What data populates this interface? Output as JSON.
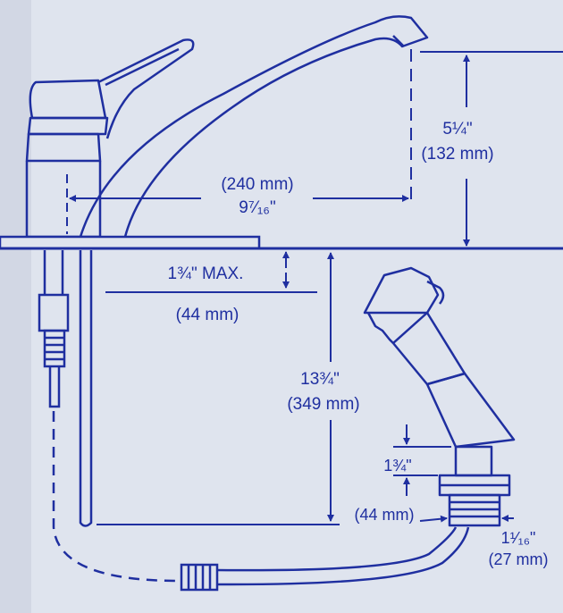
{
  "colors": {
    "ink": "#1f2fa0",
    "background": "#dfe4ee",
    "shadow": "#c9cfdd"
  },
  "dimensions": {
    "spout_height_in": "5¼\"",
    "spout_height_mm": "(132 mm)",
    "spout_reach_mm": "(240 mm)",
    "spout_reach_in": "9⁷⁄₁₆\"",
    "deck_max_in": "1¾\" MAX.",
    "deck_max_mm": "(44 mm)",
    "below_deck_in": "13¾\"",
    "below_deck_mm": "(349 mm)",
    "spray_shank_in": "1¾\"",
    "spray_shank_mm": "(44 mm)",
    "spray_hole_in": "1¹⁄₁₆\"",
    "spray_hole_mm": "(27 mm)"
  }
}
